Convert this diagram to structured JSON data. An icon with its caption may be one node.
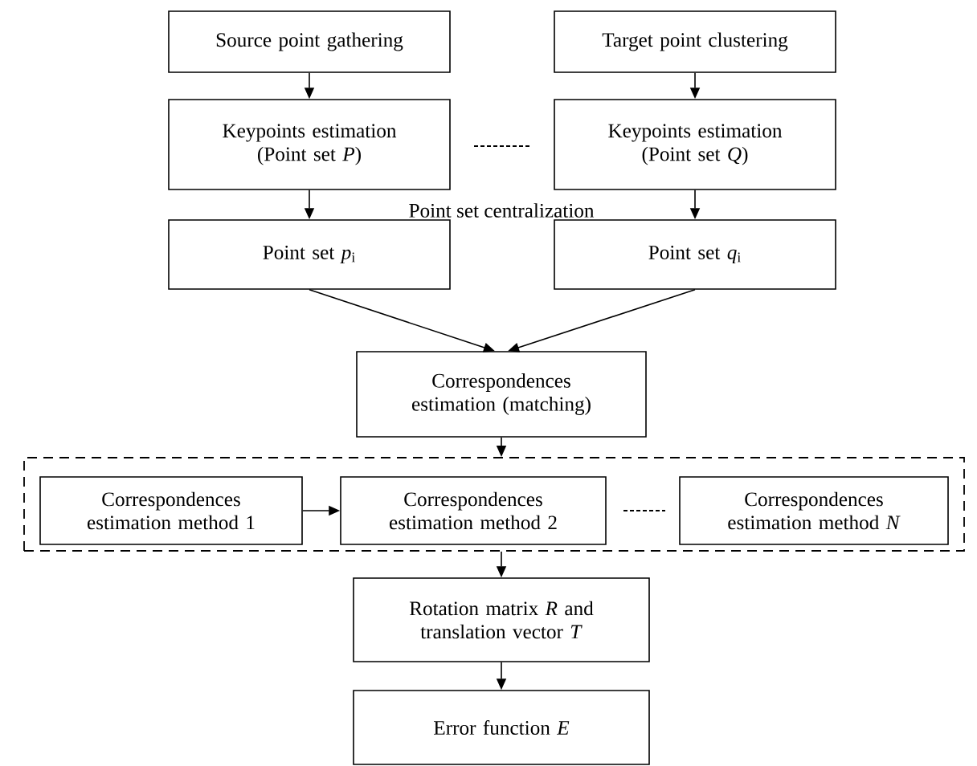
{
  "diagram": {
    "nodes": [
      {
        "text": [
          "Source point gathering"
        ]
      },
      {
        "text": [
          "Target point clustering"
        ]
      },
      {
        "text": [
          "Keypoints estimation (Point set *P*)"
        ]
      },
      {
        "text": [
          "Keypoints estimation (Point set *Q*)"
        ]
      },
      {
        "text": [
          "Point set *p*$_{i}$"
        ]
      },
      {
        "text": [
          "Point set *q*$_{i}$"
        ]
      },
      {
        "text": [
          "Correspondences estimation (matching)"
        ]
      },
      {
        "text": [],
        "shape": "box"
      },
      {
        "text": [
          "Correspondences estimation method 1"
        ],
        "in": 7
      },
      {
        "text": [
          "Correspondences estimation method 2"
        ],
        "in": 7
      },
      {
        "text": [
          "Correspondences estimation method *N*"
        ],
        "in": 7
      },
      {
        "text": [
          "Rotation matrix *R* and translation vector *T*"
        ]
      },
      {
        "text": [
          "Error function *E*"
        ]
      }
    ],
    "edges": [
      {
        "from": 0,
        "to": 2,
        "arrow": "to"
      },
      {
        "from": 1,
        "to": 3,
        "arrow": "to"
      },
      {
        "from": 2,
        "to": 4,
        "arrow": "to"
      },
      {
        "from": 3,
        "to": 5,
        "arrow": "to"
      },
      {
        "from": 4,
        "to": 6,
        "arrow": "to"
      },
      {
        "from": 5,
        "to": 6,
        "arrow": "to"
      },
      {
        "from": 6,
        "to": 7,
        "arrow": "to"
      },
      {
        "from": 8,
        "to": 9,
        "arrow": "to"
      },
      {
        "from": 7,
        "to": 11,
        "arrow": "to"
      },
      {
        "from": 11,
        "to": 12,
        "arrow": "to"
      }
    ],
    "labels": [
      "Point set centralization"
    ]
  }
}
